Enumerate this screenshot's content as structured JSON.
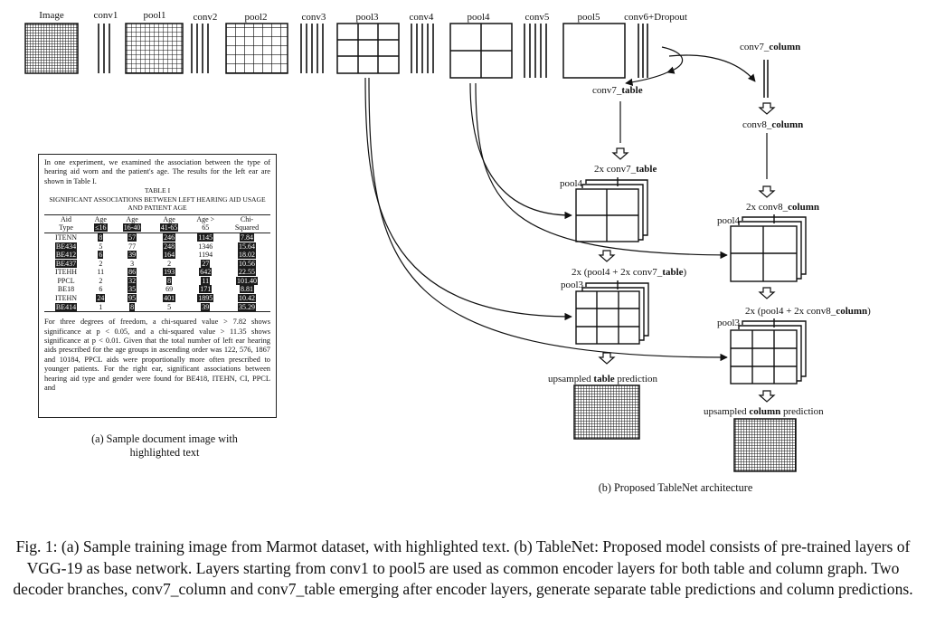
{
  "figure": {
    "layer_labels": [
      "Image",
      "conv1",
      "pool1",
      "conv2",
      "pool2",
      "conv3",
      "pool3",
      "conv4",
      "pool4",
      "conv5",
      "pool5",
      "conv6+Dropout"
    ],
    "branch_labels": {
      "conv7_table": "conv7_",
      "conv7_table_bold": "table",
      "conv7_column": "conv7_",
      "conv7_column_bold": "column",
      "conv8_column": "conv8_",
      "conv8_column_bold": "column",
      "two_conv7_table": "2x conv7_",
      "two_conv7_table_bold": "table",
      "two_conv8_column": "2x conv8_",
      "two_conv8_column_bold": "column",
      "pool4_table": "pool4",
      "pool4_column": "pool4",
      "two_pool4_table": "2x (pool4 + 2x conv7_",
      "two_pool4_table_bold": "table",
      "two_pool4_table_end": ")",
      "two_pool4_column": "2x (pool4 + 2x conv8_",
      "two_pool4_column_bold": "column",
      "two_pool4_column_end": ")",
      "pool3_table": "pool3",
      "pool3_column": "pool3",
      "up_table_pre": "upsampled ",
      "up_table_bold": "table",
      "up_table_post": " prediction",
      "up_column_pre": "upsampled ",
      "up_column_bold": "column",
      "up_column_post": " prediction"
    },
    "subcaption_a": "(a) Sample document image with highlighted text",
    "subcaption_b": "(b) Proposed TableNet architecture"
  },
  "sample_document": {
    "para1": "In one experiment, we examined the association between the type of hearing aid worn and the patient's age. The results for the left ear are shown in Table I.",
    "table_caption_1": "TABLE I",
    "table_caption_2": "SIGNIFICANT ASSOCIATIONS BETWEEN LEFT HEARING AID USAGE AND PATIENT AGE",
    "header_row1": [
      "Aid",
      "Age",
      "Age",
      "Age",
      "Age >",
      "Chi-"
    ],
    "header_row2": [
      "Type",
      "≤16",
      "16-40",
      "41-65",
      "65",
      "Squared"
    ],
    "rows": [
      [
        "ITENN",
        "8",
        "57",
        "246",
        "1145",
        "7.84"
      ],
      [
        "BE434",
        "5",
        "77",
        "248",
        "1346",
        "15.64"
      ],
      [
        "BE412",
        "6",
        "39",
        "164",
        "1194",
        "18.02"
      ],
      [
        "BE437",
        "2",
        "3",
        "2",
        "27",
        "10.56"
      ],
      [
        "ITEHH",
        "11",
        "86",
        "193",
        "642",
        "22.55"
      ],
      [
        "PPCL",
        "2",
        "32",
        "8",
        "11",
        "101.40"
      ],
      [
        "BE18",
        "6",
        "35",
        "69",
        "171",
        "8.81"
      ],
      [
        "ITEHN",
        "24",
        "95",
        "401",
        "1895",
        "10.42"
      ],
      [
        "BE414",
        "1",
        "8",
        "5",
        "39",
        "35.29"
      ]
    ],
    "para2": "For three degrees of freedom, a chi-squared value > 7.82 shows significance at p < 0.05, and a chi-squared value > 11.35 shows significance at p < 0.01. Given that the total number of left ear hearing aids prescribed for the age groups in ascending order was 122, 576, 1867 and 10184, PPCL aids were proportionally more often prescribed to younger patients. For the right ear, significant associations between hearing aid type and gender were found for BE418, ITEHN, CI, PPCL and"
  },
  "caption": {
    "text": "Fig. 1: (a) Sample training image from Marmot dataset, with highlighted text. (b) TableNet: Proposed model consists of pre-trained layers of VGG-19 as base network. Layers starting from conv1 to pool5 are used as common encoder layers for both table and column graph. Two decoder branches, conv7_column and conv7_table emerging after encoder layers, generate separate table predictions and column predictions."
  }
}
